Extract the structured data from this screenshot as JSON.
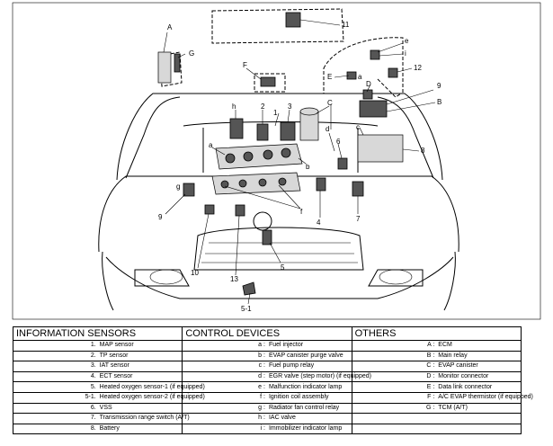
{
  "callouts": {
    "n1": "1",
    "n2": "2",
    "n3": "3",
    "n4": "4",
    "n5": "5",
    "n5_1": "5-1",
    "n6": "6",
    "n7": "7",
    "n8": "8",
    "n9_left": "9",
    "n9_right": "9",
    "n10": "10",
    "n11": "11",
    "n12": "12",
    "n13": "13",
    "a": "a",
    "b": "b",
    "c": "c",
    "d": "d",
    "e": "e",
    "f": "f",
    "g": "g",
    "h": "h",
    "i": "i",
    "A": "A",
    "B": "B",
    "C": "C",
    "D": "D",
    "E": "E",
    "F": "F",
    "G": "G"
  },
  "legend": {
    "headers": [
      "INFORMATION SENSORS",
      "CONTROL DEVICES",
      "OTHERS"
    ],
    "sensors": [
      {
        "code": "1.",
        "label": "MAP sensor"
      },
      {
        "code": "2.",
        "label": "TP sensor"
      },
      {
        "code": "3.",
        "label": "IAT sensor"
      },
      {
        "code": "4.",
        "label": "ECT sensor"
      },
      {
        "code": "5.",
        "label": "Heated oxygen sensor-1 (if equipped)"
      },
      {
        "code": "5-1.",
        "label": "Heated oxygen sensor-2 (if equipped)"
      },
      {
        "code": "6.",
        "label": "VSS"
      },
      {
        "code": "7.",
        "label": "Transmission range switch (A/T)"
      },
      {
        "code": "8.",
        "label": "Battery"
      }
    ],
    "controls": [
      {
        "code": "a :",
        "label": "Fuel injector"
      },
      {
        "code": "b :",
        "label": "EVAP canister purge valve"
      },
      {
        "code": "c :",
        "label": "Fuel pump relay"
      },
      {
        "code": "d :",
        "label": "EGR valve (step motor) (if equipped)"
      },
      {
        "code": "e :",
        "label": "Malfunction indicator lamp"
      },
      {
        "code": "f :",
        "label": "Ignition coil assembly"
      },
      {
        "code": "g :",
        "label": "Radiator fan control relay"
      },
      {
        "code": "h :",
        "label": "IAC valve"
      },
      {
        "code": "i :",
        "label": "Immobilizer indicator lamp"
      }
    ],
    "others": [
      {
        "code": "A :",
        "label": "ECM"
      },
      {
        "code": "B :",
        "label": "Main relay"
      },
      {
        "code": "C :",
        "label": "EVAP canister"
      },
      {
        "code": "D :",
        "label": "Monitor connector"
      },
      {
        "code": "E :",
        "label": "Data link connector"
      },
      {
        "code": "F :",
        "label": "A/C EVAP thermistor (if equipped)"
      },
      {
        "code": "G :",
        "label": "TCM (A/T)"
      }
    ]
  }
}
